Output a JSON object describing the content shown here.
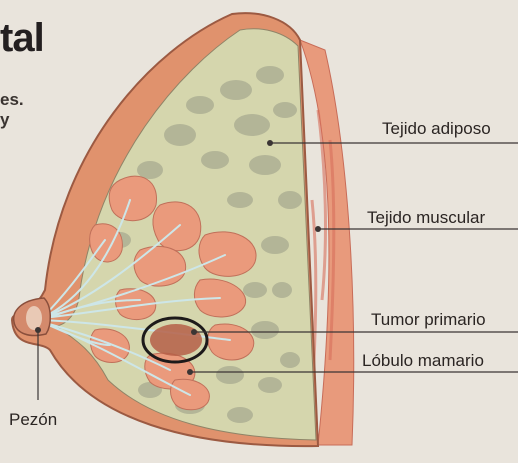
{
  "heading_fragment": "tal",
  "subtitle_fragment": [
    "es.",
    "y"
  ],
  "labels": {
    "tejido_adiposo": "Tejido adiposo",
    "tejido_muscular": "Tejido muscular",
    "tumor_primario": "Tumor primario",
    "lobulo_mamario": "Lóbulo mamario",
    "pezon": "Pezón"
  },
  "colors": {
    "paper": "#e9e4dc",
    "skin_outer": "#e0926d",
    "fat_tissue": "#d5d6ad",
    "fat_lobules": "#b3b597",
    "muscle": "#e89a7c",
    "lobules": "#ea9a7c",
    "ducts": "#cde6e8",
    "tumor": "#b55f48",
    "ink": "#231f20"
  }
}
